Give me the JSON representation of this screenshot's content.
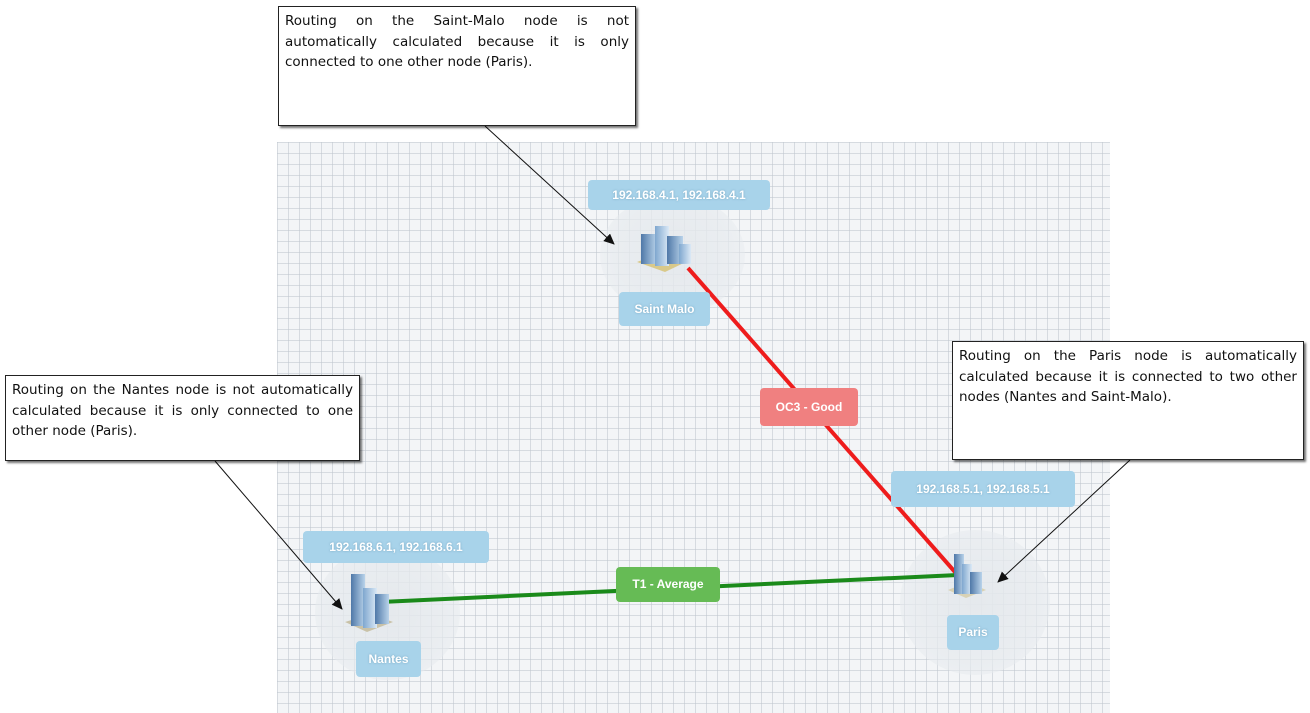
{
  "callouts": {
    "saint_malo": "Routing on the Saint-Malo node is not automatically calculated because it is only connected to one other node (Paris).",
    "nantes": "Routing on the Nantes node is not automatically calculated because it is only connected to one other node (Paris).",
    "paris": "Routing on the Paris node is automatically calculated because it is connected to two other nodes (Nantes and Saint-Malo)."
  },
  "nodes": {
    "saint_malo": {
      "name": "Saint Malo",
      "ips": "192.168.4.1, 192.168.4.1"
    },
    "nantes": {
      "name": "Nantes",
      "ips": "192.168.6.1, 192.168.6.1"
    },
    "paris": {
      "name": "Paris",
      "ips": "192.168.5.1, 192.168.5.1"
    }
  },
  "links": {
    "saint_malo_paris": {
      "label": "OC3 - Good",
      "color": "#ee1c1c",
      "label_color": "#f08080"
    },
    "nantes_paris": {
      "label": "T1 - Average",
      "color": "#1a8a1a",
      "label_color": "#66bb55"
    }
  },
  "colors": {
    "tag": "#a8d3ea",
    "grid_bg": "#f3f5f7"
  },
  "icons": {
    "node": "office-buildings-icon"
  }
}
